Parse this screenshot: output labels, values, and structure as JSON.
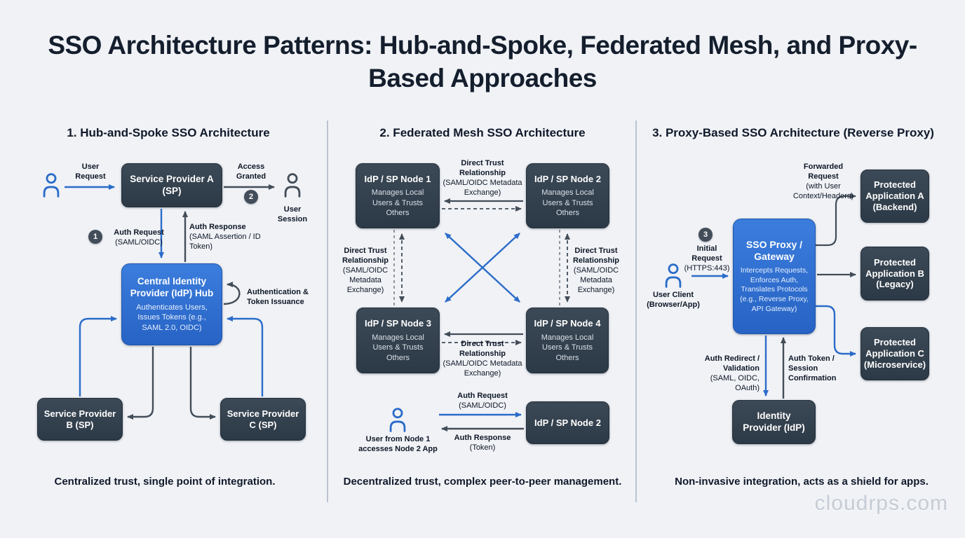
{
  "page": {
    "title": "SSO Architecture Patterns: Hub-and-Spoke, Federated Mesh, and Proxy-Based Approaches",
    "watermark": "cloudrps.com"
  },
  "colors": {
    "background": "#f0f2f6",
    "box_dark": "#2e3b4a",
    "box_blue": "#2e72d2",
    "arrow_blue": "#2b6cc9",
    "arrow_dark": "#434d58",
    "divider": "#bcc3cf",
    "watermark": "#c6ccd5"
  },
  "p1": {
    "title": "1. Hub-and-Spoke SSO Architecture",
    "user_request": "User Request",
    "sp_a": "Service Provider A (SP)",
    "access_granted": "Access Granted",
    "badge1": "1",
    "badge2": "2",
    "user_session": "User Session",
    "auth_request": {
      "label": "Auth Request",
      "sub": "(SAML/OIDC)"
    },
    "auth_response": {
      "label": "Auth Response",
      "sub": "(SAML Assertion / ID Token)"
    },
    "hub": {
      "title": "Central Identity Provider (IdP) Hub",
      "sub": "Authenticates Users, Issues Tokens (e.g., SAML 2.0, OIDC)"
    },
    "auth_issue": "Authentication & Token Issuance",
    "sp_b": "Service Provider B (SP)",
    "sp_c": "Service Provider C (SP)",
    "caption": "Centralized trust, single point of integration."
  },
  "p2": {
    "title": "2. Federated Mesh SSO Architecture",
    "node1": {
      "title": "IdP / SP Node 1",
      "sub": "Manages Local Users & Trusts Others"
    },
    "node2": {
      "title": "IdP / SP Node 2",
      "sub": "Manages Local Users & Trusts Others"
    },
    "node3": {
      "title": "IdP / SP Node 3",
      "sub": "Manages Local Users & Trusts Others"
    },
    "node4": {
      "title": "IdP / SP Node 4",
      "sub": "Manages Local Users & Trusts Others"
    },
    "trust_top": {
      "label": "Direct Trust Relationship",
      "sub": "(SAML/OIDC Metadata Exchange)"
    },
    "trust_left": {
      "label": "Direct Trust Relationship",
      "sub": "(SAML/OIDC Metadata Exchange)"
    },
    "trust_right": {
      "label": "Direct Trust Relationship",
      "sub": "(SAML/OIDC Metadata Exchange)"
    },
    "trust_bottom": {
      "label": "Direct Trust Relationship",
      "sub": "(SAML/OIDC Metadata Exchange)"
    },
    "user_bottom": "User from Node 1 accesses Node 2 App",
    "auth_request": {
      "label": "Auth Request",
      "sub": "(SAML/OIDC)"
    },
    "node2_bottom": "IdP / SP Node 2",
    "auth_response": {
      "label": "Auth Response",
      "sub": "(Token)"
    },
    "caption": "Decentralized trust, complex peer-to-peer management."
  },
  "p3": {
    "title": "3. Proxy-Based SSO Architecture (Reverse Proxy)",
    "forwarded": {
      "label": "Forwarded Request",
      "sub": "(with User Context/Headers)"
    },
    "app_a": "Protected Application A (Backend)",
    "badge3": "3",
    "initial_request": {
      "label": "Initial Request",
      "sub": "(HTTPS:443)"
    },
    "user_client": "User Client (Browser/App)",
    "proxy": {
      "title": "SSO Proxy / Gateway",
      "sub": "Intercepts Requests, Enforces Auth, Translates Protocols (e.g., Reverse Proxy, API Gateway)"
    },
    "app_b": "Protected Application B (Legacy)",
    "app_c": "Protected Application C (Microservice)",
    "auth_redirect": {
      "label": "Auth Redirect / Validation",
      "sub": "(SAML, OIDC, OAuth)"
    },
    "auth_token": "Auth Token / Session Confirmation",
    "idp": "Identity Provider (IdP)",
    "caption": "Non-invasive integration, acts as a shield for apps."
  }
}
